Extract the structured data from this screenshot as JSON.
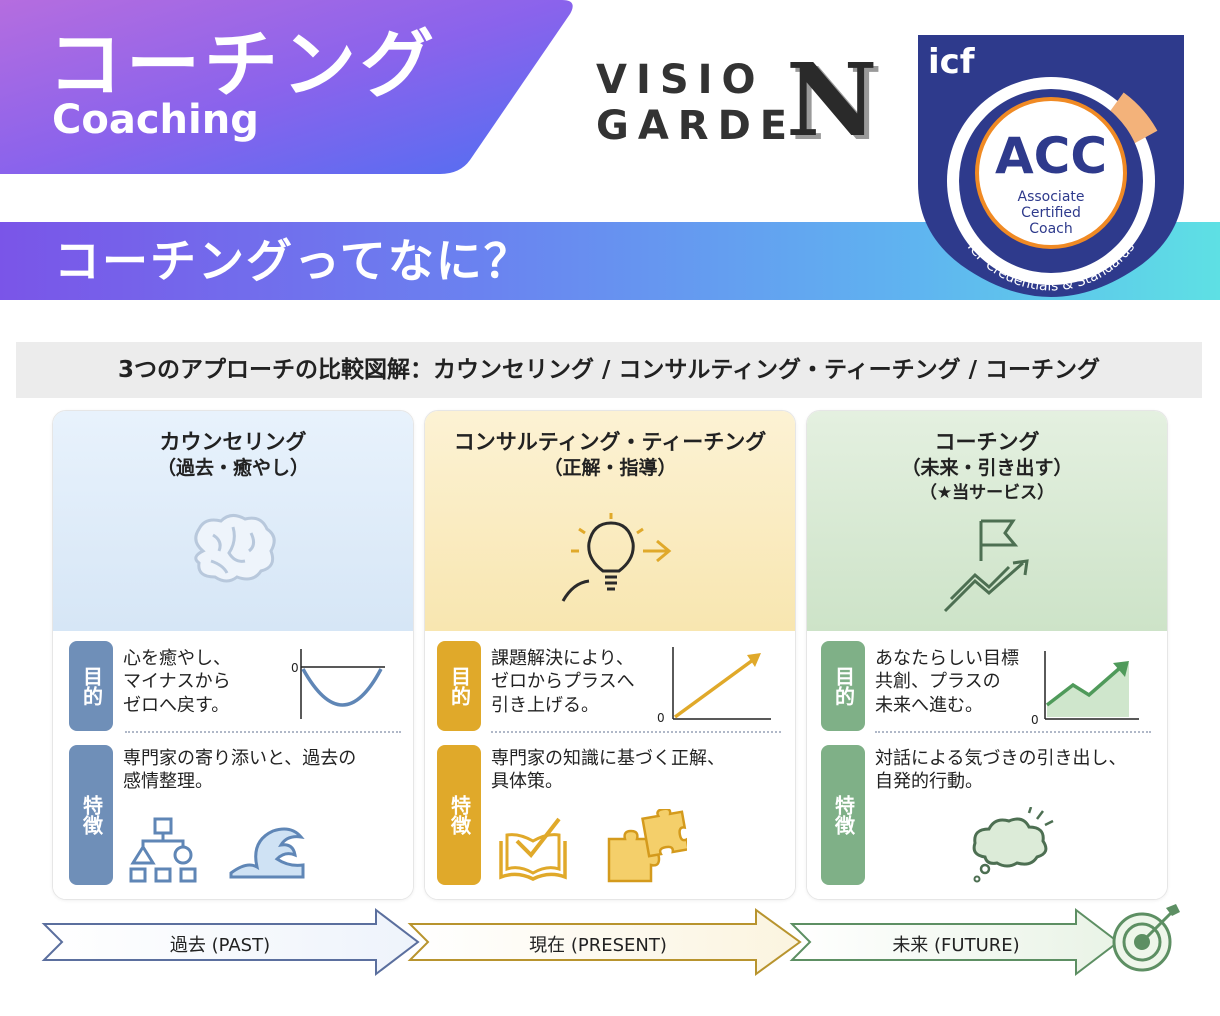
{
  "header": {
    "title_jp": "コーチング",
    "title_en": "Coaching",
    "subtitle": "コーチングってなに？"
  },
  "logo": {
    "line1": "VISIO",
    "line2": "GARDE",
    "big_letter": "N"
  },
  "badge": {
    "brand": "icf",
    "code": "ACC",
    "line1": "Associate",
    "line2": "Certified",
    "line3": "Coach",
    "ring_text": "ICF Credentials & Standards"
  },
  "section": {
    "title": "3つのアプローチの比較図解：カウンセリング / コンサルティング・ティーチング / コーチング"
  },
  "panels": [
    {
      "title": "カウンセリング",
      "sub1": "（過去・癒やし）",
      "sub2": "",
      "purpose_tag": "目的",
      "purpose_text": "心を癒やし、\nマイナスから\nゼロへ戻す。",
      "feature_tag": "特徴",
      "feature_text": "専門家の寄り添いと、過去の\n感情整理。",
      "chart_zero": "0",
      "head_icon": "brain-icon",
      "feature_icons": [
        "hierarchy-icon",
        "wave-icon"
      ],
      "color": "#6f8fb8"
    },
    {
      "title": "コンサルティング・ティーチング",
      "sub1": "（正解・指導）",
      "sub2": "",
      "purpose_tag": "目的",
      "purpose_text": "課題解決により、\nゼロからプラスへ\n引き上げる。",
      "feature_tag": "特徴",
      "feature_text": "専門家の知識に基づく正解、\n具体策。",
      "chart_zero": "0",
      "head_icon": "lightbulb-icon",
      "feature_icons": [
        "book-check-icon",
        "puzzle-icon"
      ],
      "color": "#e0a92a"
    },
    {
      "title": "コーチング",
      "sub1": "（未来・引き出す）",
      "sub2": "（★当サービス）",
      "purpose_tag": "目的",
      "purpose_text": "あなたらしい目標\n共創、プラスの\n未来へ進む。",
      "feature_tag": "特徴",
      "feature_text": "対話による気づきの引き出し、\n自発的行動。",
      "chart_zero": "0",
      "head_icon": "flag-growth-icon",
      "feature_icons": [
        "thought-bubble-icon"
      ],
      "color": "#7fb087"
    }
  ],
  "timeline": {
    "past": "過去 (PAST)",
    "present": "現在 (PRESENT)",
    "future": "未来 (FUTURE)",
    "end_icon": "target-icon"
  },
  "colors": {
    "banner_start": "#b06ee0",
    "banner_end": "#4f6df0",
    "counseling_bg": "#dceaf8",
    "consulting_bg": "#fbeec6",
    "coaching_bg": "#d7e8d4"
  }
}
